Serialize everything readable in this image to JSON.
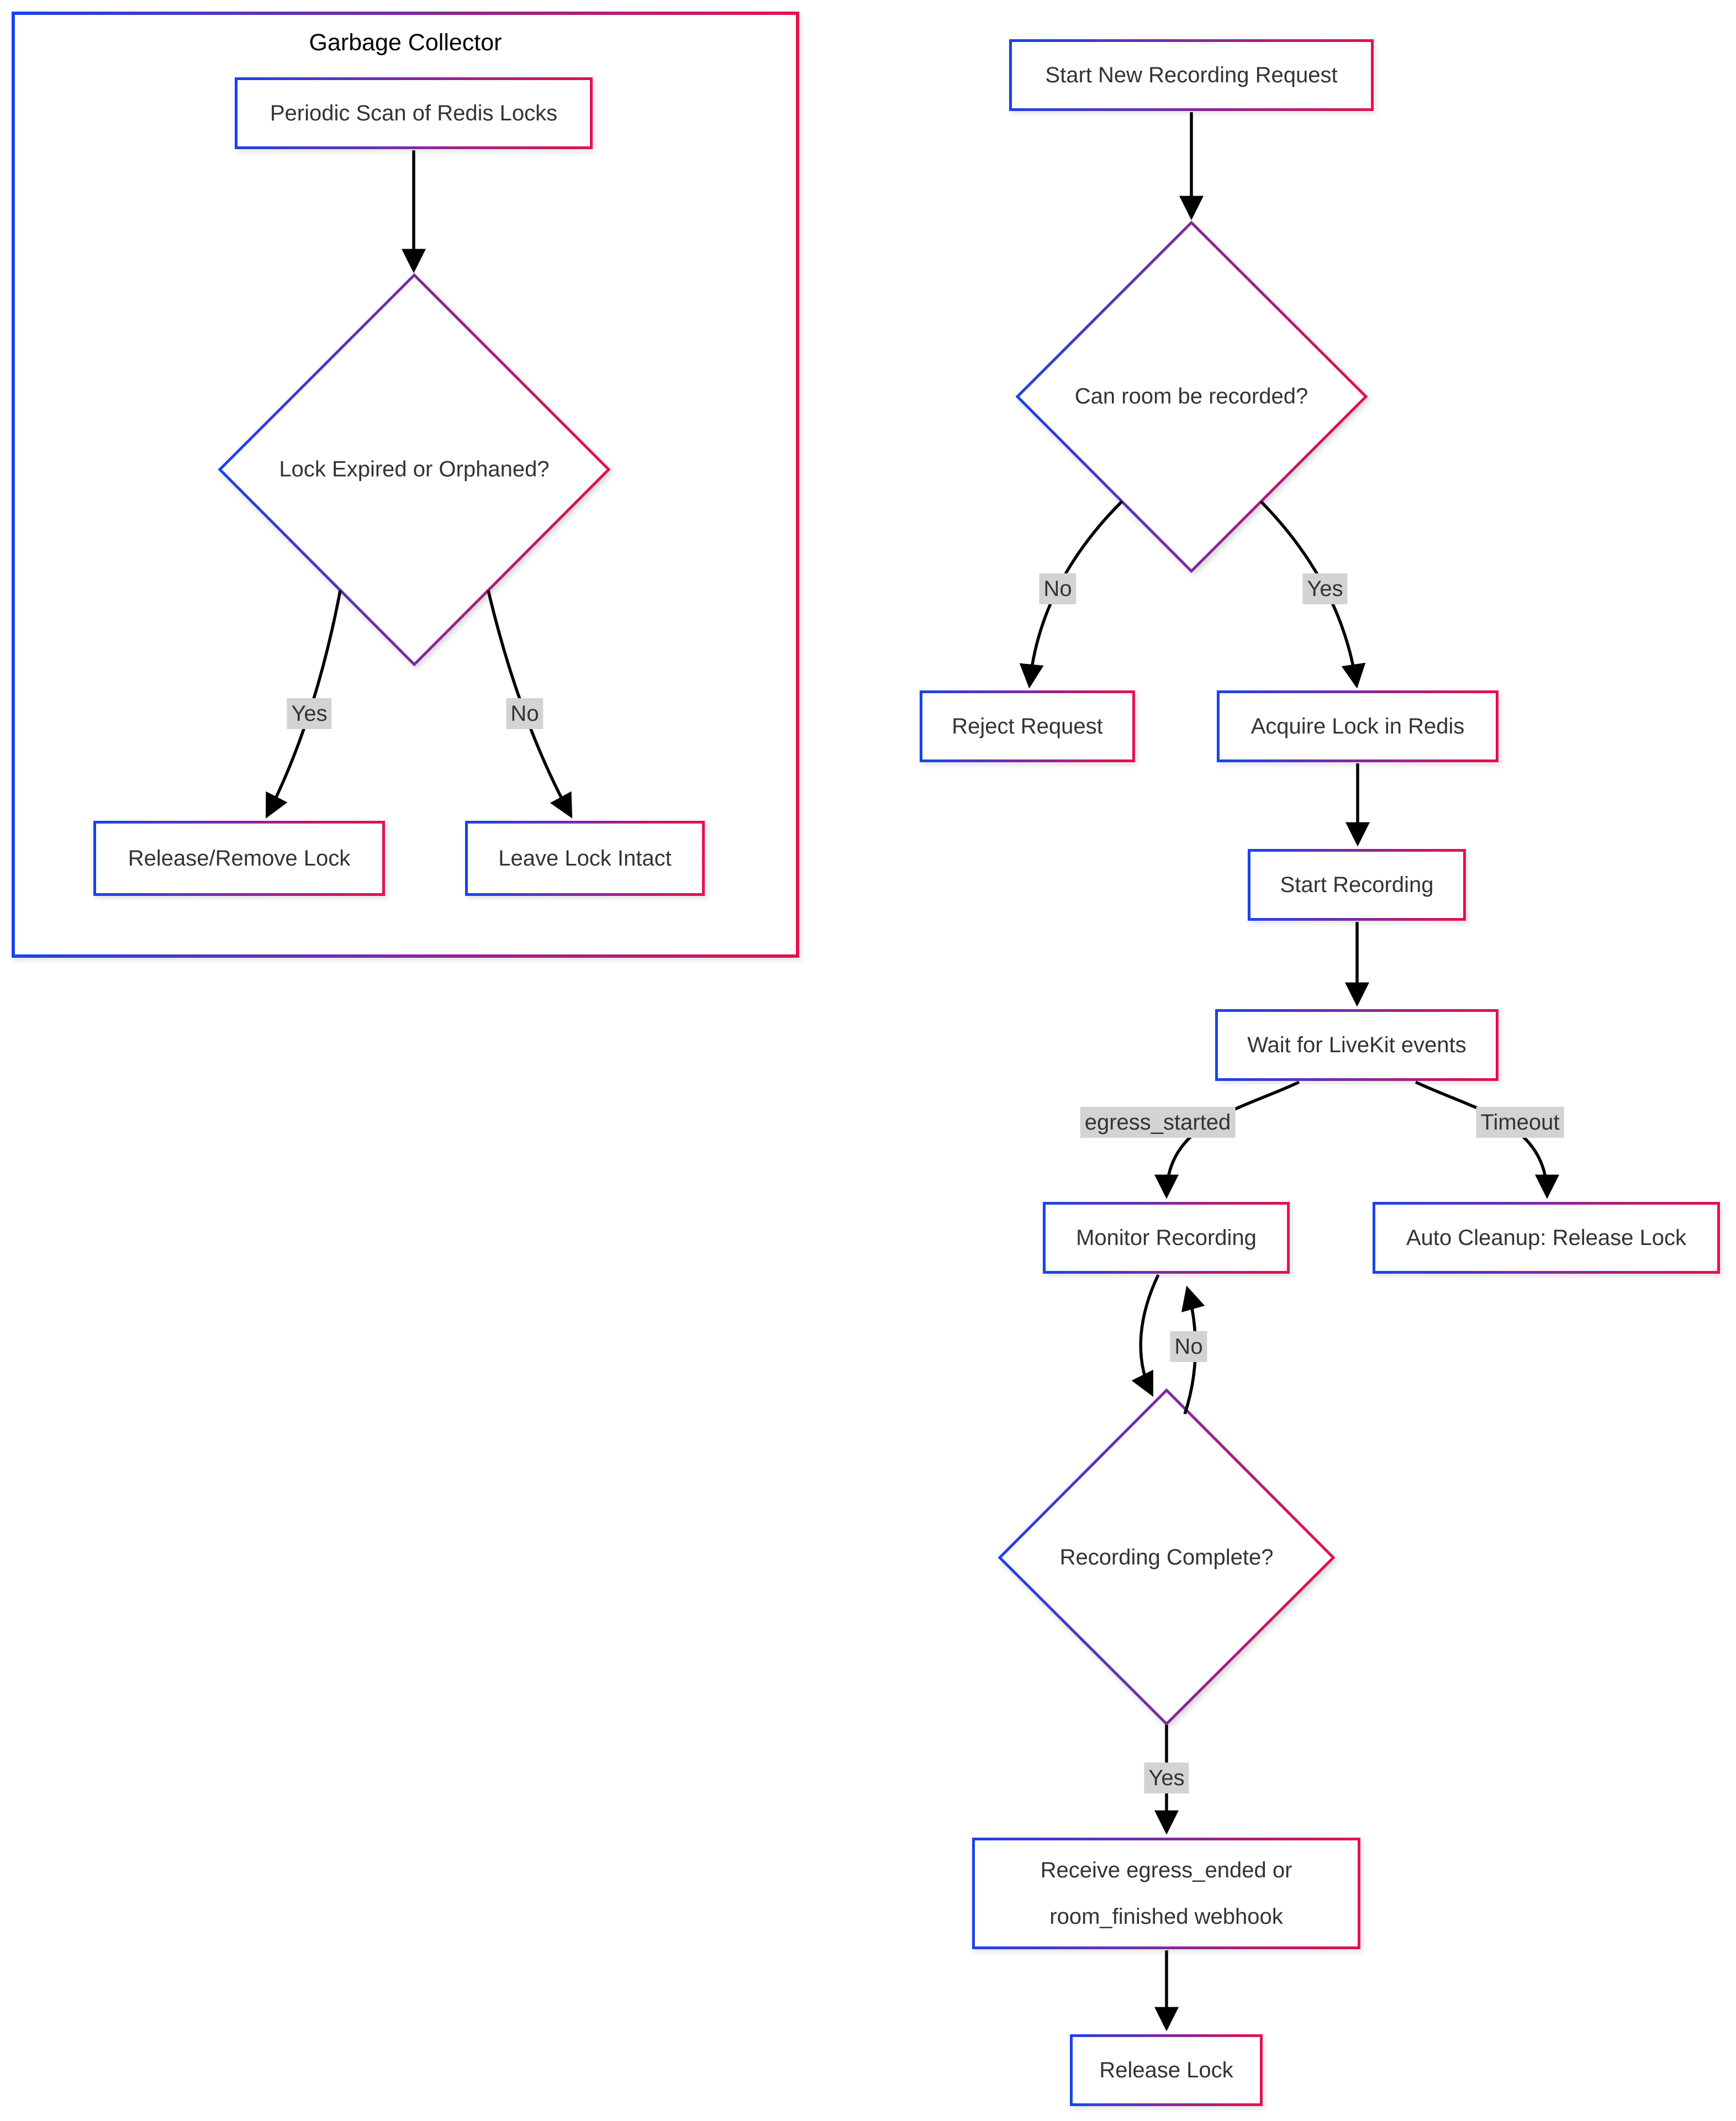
{
  "diagram": {
    "colors": {
      "gradient_start": "#1a43ec",
      "gradient_end": "#e5104e",
      "arrow": "#000000",
      "node_text": "#333333",
      "node_bg": "#ffffff",
      "label_bg": "#d3d3d3",
      "label_text": "#333333",
      "title_text": "#000000",
      "background": "#ffffff"
    },
    "subgraph": {
      "title": "Garbage Collector"
    },
    "nodes": [
      {
        "id": "periodic-scan",
        "label": "Periodic Scan of Redis Locks"
      },
      {
        "id": "release-remove",
        "label": "Release/Remove Lock"
      },
      {
        "id": "leave-intact",
        "label": "Leave Lock Intact"
      },
      {
        "id": "start-request",
        "label": "Start New Recording Request"
      },
      {
        "id": "reject-request",
        "label": "Reject Request"
      },
      {
        "id": "acquire-lock",
        "label": "Acquire Lock in Redis"
      },
      {
        "id": "start-recording",
        "label": "Start Recording"
      },
      {
        "id": "wait-events",
        "label": "Wait for LiveKit events"
      },
      {
        "id": "monitor",
        "label": "Monitor Recording"
      },
      {
        "id": "auto-cleanup",
        "label": "Auto Cleanup: Release Lock"
      },
      {
        "id": "receive-webhook",
        "line1": "Receive egress_ended or",
        "line2": "room_finished webhook"
      },
      {
        "id": "release-lock",
        "label": "Release Lock"
      }
    ],
    "decisions": [
      {
        "id": "lock-expired",
        "label": "Lock Expired or Orphaned?"
      },
      {
        "id": "can-room-record",
        "label": "Can room be recorded?"
      },
      {
        "id": "recording-complete",
        "label": "Recording Complete?"
      }
    ],
    "edge_labels": [
      {
        "id": "gc-yes",
        "text": "Yes"
      },
      {
        "id": "gc-no",
        "text": "No"
      },
      {
        "id": "room-no",
        "text": "No"
      },
      {
        "id": "room-yes",
        "text": "Yes"
      },
      {
        "id": "egress-started",
        "text": "egress_started"
      },
      {
        "id": "timeout",
        "text": "Timeout"
      },
      {
        "id": "loop-no",
        "text": "No"
      },
      {
        "id": "complete-yes",
        "text": "Yes"
      }
    ]
  }
}
